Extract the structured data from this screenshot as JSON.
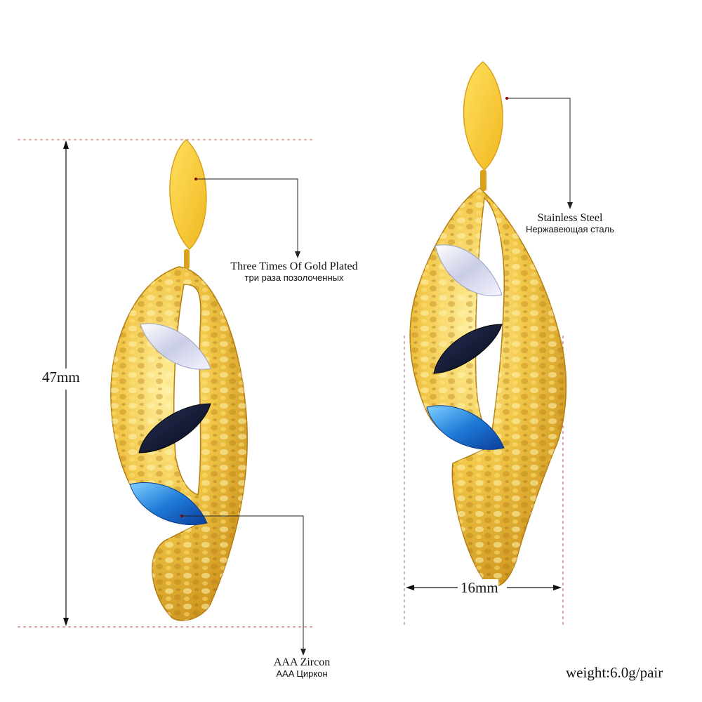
{
  "labels": {
    "height_dim": "47mm",
    "width_dim": "16mm",
    "plating_en": "Three Times Of Gold Plated",
    "plating_ru": "три раза позолоченных",
    "material_en": "Stainless Steel",
    "material_ru": "Нержавеющая сталь",
    "stone_en": "AAA Zircon",
    "stone_ru": "AAA Циркон",
    "weight": "weight:6.0g/pair"
  },
  "colors": {
    "gold": "#f2c84a",
    "gold_dark": "#c8901a",
    "gold_light": "#ffe890",
    "crystal_clear": "#e8eaf5",
    "stone_dark": "#111a33",
    "stone_blue": "#1f7ad8",
    "guide_red": "#c0504d",
    "pointer": "#222222"
  },
  "icons": {
    "left_earring": "gold-hammered-earring",
    "right_earring": "gold-hammered-earring"
  }
}
